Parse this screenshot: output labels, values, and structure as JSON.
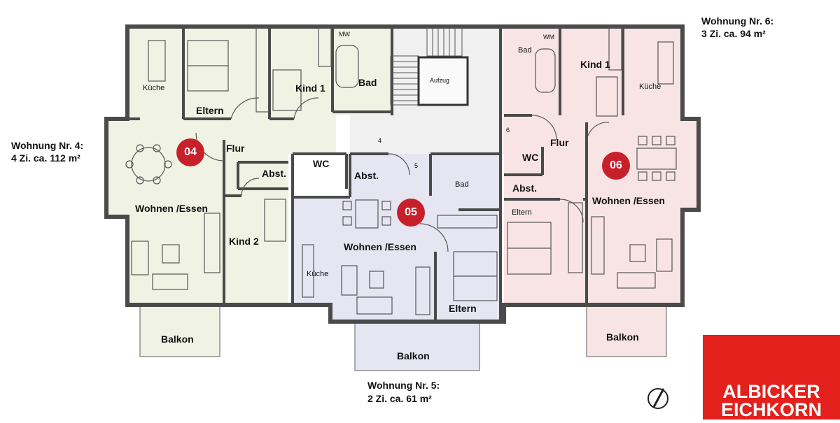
{
  "units": {
    "u4": {
      "badge": "04",
      "title": "Wohnung Nr. 4:",
      "detail": "4 Zi. ca. 112 m²",
      "fill": "#f0f3e4"
    },
    "u5": {
      "badge": "05",
      "title": "Wohnung Nr. 5:",
      "detail": "2 Zi. ca. 61 m²",
      "fill": "#e6e6f2"
    },
    "u6": {
      "badge": "06",
      "title": "Wohnung Nr. 6:",
      "detail": "3 Zi. ca. 94 m²",
      "fill": "#f8e4e4"
    }
  },
  "colors": {
    "wall": "#4a4a4a",
    "badge": "#c8202a",
    "stair": "#f0f0f0",
    "logo": "#e3201b"
  },
  "rooms": {
    "u4": {
      "kueche": "Küche",
      "eltern": "Eltern",
      "kind1": "Kind 1",
      "bad": "Bad",
      "flur": "Flur",
      "abst": "Abst.",
      "wc": "WC",
      "wohnen": "Wohnen /Essen",
      "kind2": "Kind 2",
      "balkon": "Balkon",
      "mw": "MW"
    },
    "u5": {
      "abst": "Abst.",
      "bad": "Bad",
      "wohnen": "Wohnen /Essen",
      "kueche": "Küche",
      "eltern": "Eltern",
      "balkon": "Balkon"
    },
    "u6": {
      "bad": "Bad",
      "kind1": "Kind 1",
      "kueche": "Küche",
      "flur": "Flur",
      "wc": "WC",
      "abst": "Abst.",
      "eltern": "Eltern",
      "wohnen": "Wohnen /Essen",
      "balkon": "Balkon",
      "wm": "WM"
    },
    "core": {
      "aufzug": "Aufzug",
      "n4": "4",
      "n5": "5",
      "n6": "6"
    }
  },
  "logo": {
    "line1": "ALBICKER",
    "line2": "EICHKORN"
  }
}
